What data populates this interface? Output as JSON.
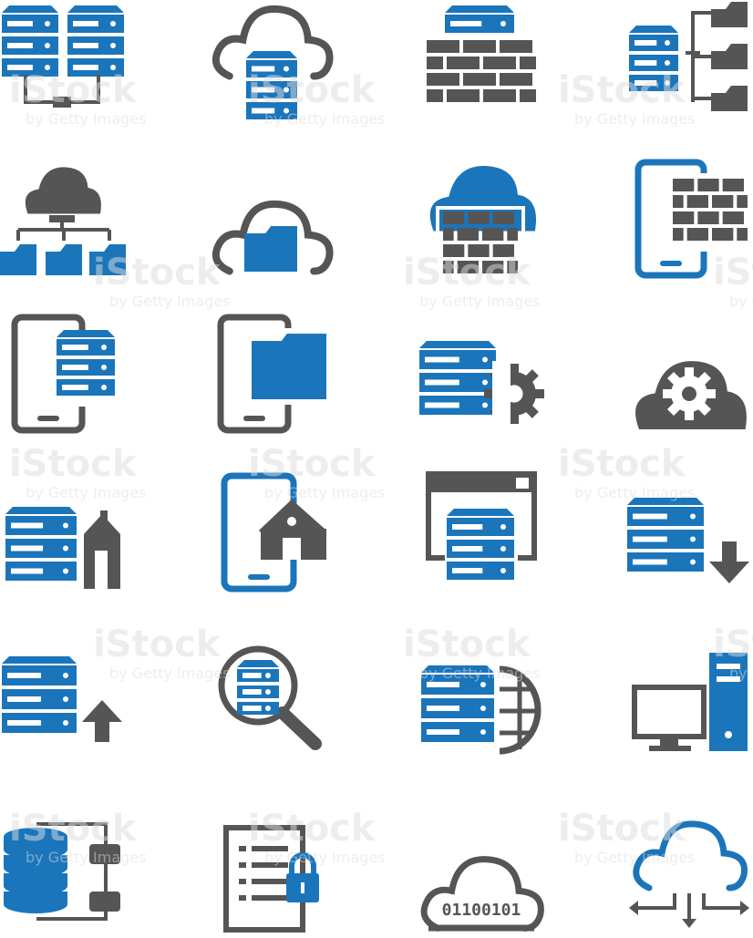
{
  "colors": {
    "blue": "#1b75bb",
    "gray": "#555555",
    "watermark": "#dddddd"
  },
  "watermark": {
    "brand": "iStock",
    "subline": "by Getty Images"
  },
  "binary_text": "01100101",
  "icons": [
    {
      "name": "server-network-icon"
    },
    {
      "name": "cloud-server-icon"
    },
    {
      "name": "server-firewall-icon"
    },
    {
      "name": "server-folder-hierarchy-icon"
    },
    {
      "name": "cloud-folder-network-icon"
    },
    {
      "name": "cloud-folder-icon"
    },
    {
      "name": "cloud-firewall-icon"
    },
    {
      "name": "tablet-firewall-icon"
    },
    {
      "name": "mobile-server-icon"
    },
    {
      "name": "mobile-folder-icon"
    },
    {
      "name": "server-settings-icon"
    },
    {
      "name": "cloud-settings-icon"
    },
    {
      "name": "server-home-icon"
    },
    {
      "name": "mobile-home-icon"
    },
    {
      "name": "browser-server-icon"
    },
    {
      "name": "server-download-icon"
    },
    {
      "name": "server-upload-icon"
    },
    {
      "name": "search-server-icon"
    },
    {
      "name": "server-globe-icon"
    },
    {
      "name": "desktop-computer-icon"
    },
    {
      "name": "database-network-icon"
    },
    {
      "name": "secure-document-icon"
    },
    {
      "name": "cloud-binary-icon"
    },
    {
      "name": "cloud-distribution-icon"
    }
  ]
}
